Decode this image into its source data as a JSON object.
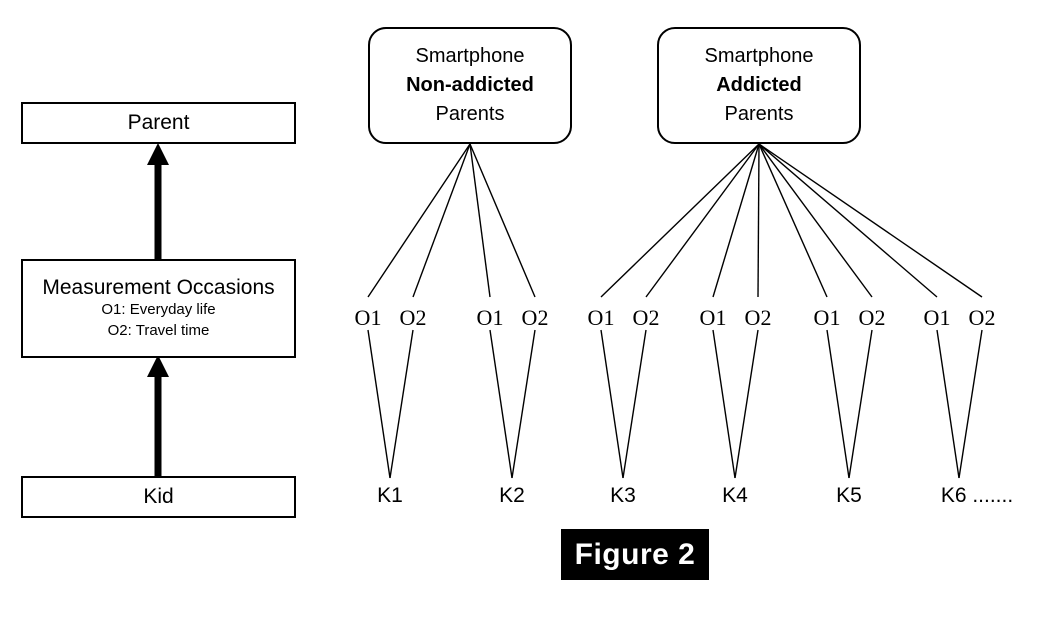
{
  "left_panel": {
    "parent_box": {
      "label": "Parent"
    },
    "measurement_box": {
      "title": "Measurement Occasions",
      "line1": "O1: Everyday life",
      "line2": "O2: Travel time"
    },
    "kid_box": {
      "label": "Kid"
    },
    "arrow_kid_to_measurement": "upward-arrow",
    "arrow_measurement_to_parent": "upward-arrow"
  },
  "right_panel": {
    "groups": [
      {
        "id": "non-addicted",
        "line1": "Smartphone",
        "line2": "Non-addicted",
        "line3": "Parents",
        "kids": [
          {
            "label": "K1",
            "occasions": [
              "O1",
              "O2"
            ]
          },
          {
            "label": "K2",
            "occasions": [
              "O1",
              "O2"
            ]
          }
        ]
      },
      {
        "id": "addicted",
        "line1": "Smartphone",
        "line2": "Addicted",
        "line3": "Parents",
        "kids": [
          {
            "label": "K3",
            "occasions": [
              "O1",
              "O2"
            ]
          },
          {
            "label": "K4",
            "occasions": [
              "O1",
              "O2"
            ]
          },
          {
            "label": "K5",
            "occasions": [
              "O1",
              "O2"
            ]
          },
          {
            "label": "K6 .......",
            "occasions": [
              "O1",
              "O2"
            ]
          }
        ]
      }
    ]
  },
  "caption": {
    "text": "Figure 2"
  },
  "colors": {
    "stroke": "#000000",
    "background": "#ffffff",
    "caption_background": "#000000",
    "caption_text": "#ffffff"
  }
}
